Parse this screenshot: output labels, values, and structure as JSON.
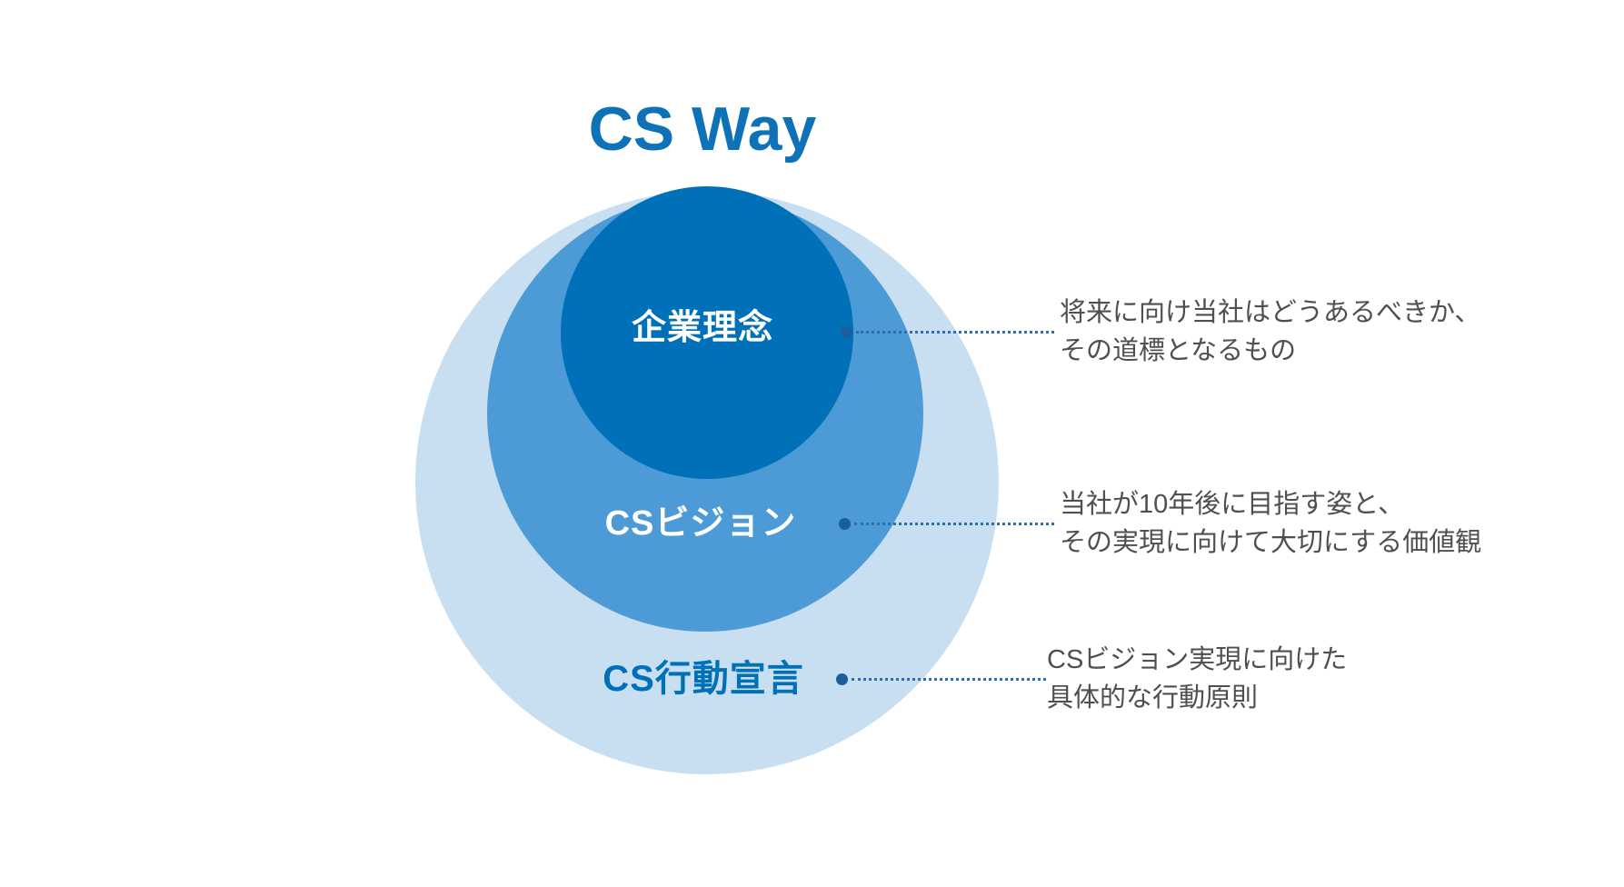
{
  "title": "CS Way",
  "layers": [
    {
      "id": "corporate-philosophy",
      "label": "企業理念",
      "description_line1": "将来に向け当社はどうあるべきか、",
      "description_line2": "その道標となるもの",
      "circle_color": "#0071B9",
      "label_color": "#FFFFFF"
    },
    {
      "id": "cs-vision",
      "label": "CSビジョン",
      "description_line1": "当社が10年後に目指す姿と、",
      "description_line2": "その実現に向けて大切にする価値観",
      "circle_color": "#4D9BD6",
      "label_color": "#FFFFFF"
    },
    {
      "id": "cs-action-declaration",
      "label": "CS行動宣言",
      "description_line1": "CSビジョン実現に向けた",
      "description_line2": "具体的な行動原則",
      "circle_color": "#C8DFF2",
      "label_color": "#0071B9"
    }
  ],
  "style": {
    "title_color": "#0E72B9",
    "connector_dot_color": "#1B5E9E",
    "connector_line_color": "#2D6EAE",
    "description_text_color": "#4F4F4F",
    "background_color": "#FFFFFF"
  }
}
